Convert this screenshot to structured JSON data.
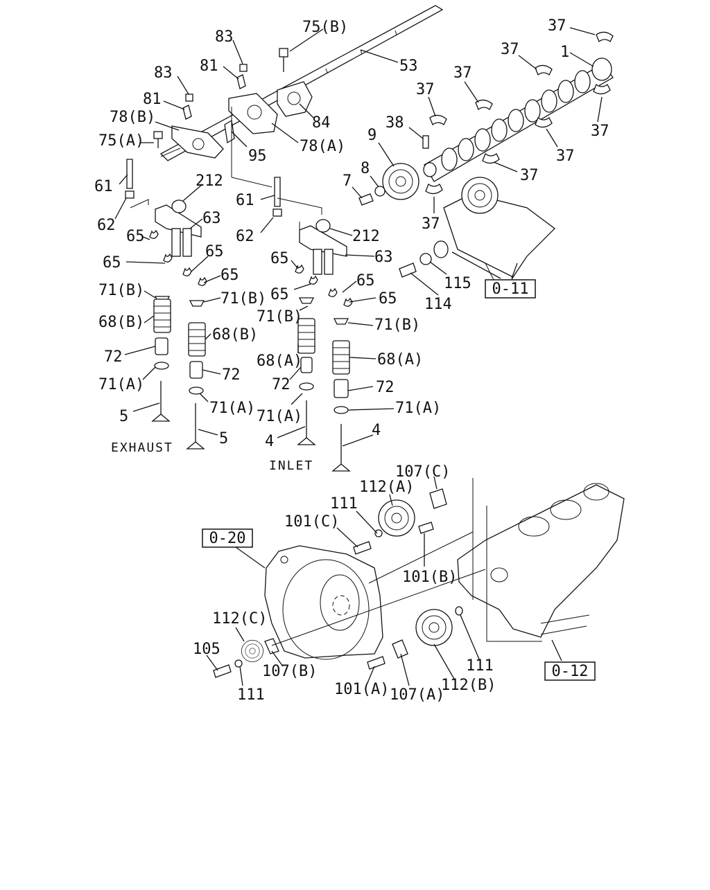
{
  "diagram": {
    "labels": {
      "l37a": "37",
      "l37b": "37",
      "l37c": "37",
      "l37d": "37",
      "l37e": "37",
      "l37f": "37",
      "l37g": "37",
      "l37h": "37",
      "l1": "1",
      "l75b": "75(B)",
      "l53": "53",
      "l83a": "83",
      "l81a": "81",
      "l83b": "83",
      "l81b": "81",
      "l78b": "78(B)",
      "l84": "84",
      "l78a": "78(A)",
      "l75a": "75(A)",
      "l95": "95",
      "l38": "38",
      "l9": "9",
      "l8": "8",
      "l7": "7",
      "l61a": "61",
      "l212a": "212",
      "l61b": "61",
      "l62a": "62",
      "l63a": "63",
      "l62b": "62",
      "l212b": "212",
      "l65a": "65",
      "l65b": "65",
      "l65c": "65",
      "l65d": "65",
      "l63b": "63",
      "l65e": "65",
      "l65f": "65",
      "l65g": "65",
      "l65h": "65",
      "l115": "115",
      "l114": "114",
      "l71b1": "71(B)",
      "l71b2": "71(B)",
      "l71b3": "71(B)",
      "l71b4": "71(B)",
      "l68b1": "68(B)",
      "l68b2": "68(B)",
      "l68a1": "68(A)",
      "l68a2": "68(A)",
      "l72a": "72",
      "l72b": "72",
      "l72c": "72",
      "l72d": "72",
      "l71a1": "71(A)",
      "l71a2": "71(A)",
      "l71a3": "71(A)",
      "l71a4": "71(A)",
      "l5a": "5",
      "l5b": "5",
      "l4a": "4",
      "l4b": "4",
      "l107c": "107(C)",
      "l112a": "112(A)",
      "l111a": "111",
      "l101c": "101(C)",
      "l101b": "101(B)",
      "l112c": "112(C)",
      "l105": "105",
      "l107b": "107(B)",
      "l111b": "111",
      "l101a": "101(A)",
      "l107a": "107(A)",
      "l112b": "112(B)",
      "l111c": "111"
    },
    "words": {
      "exhaust": "EXHAUST",
      "inlet": "INLET"
    },
    "reference_boxes": {
      "ref_011": "0-11",
      "ref_020": "0-20",
      "ref_012": "0-12"
    }
  }
}
